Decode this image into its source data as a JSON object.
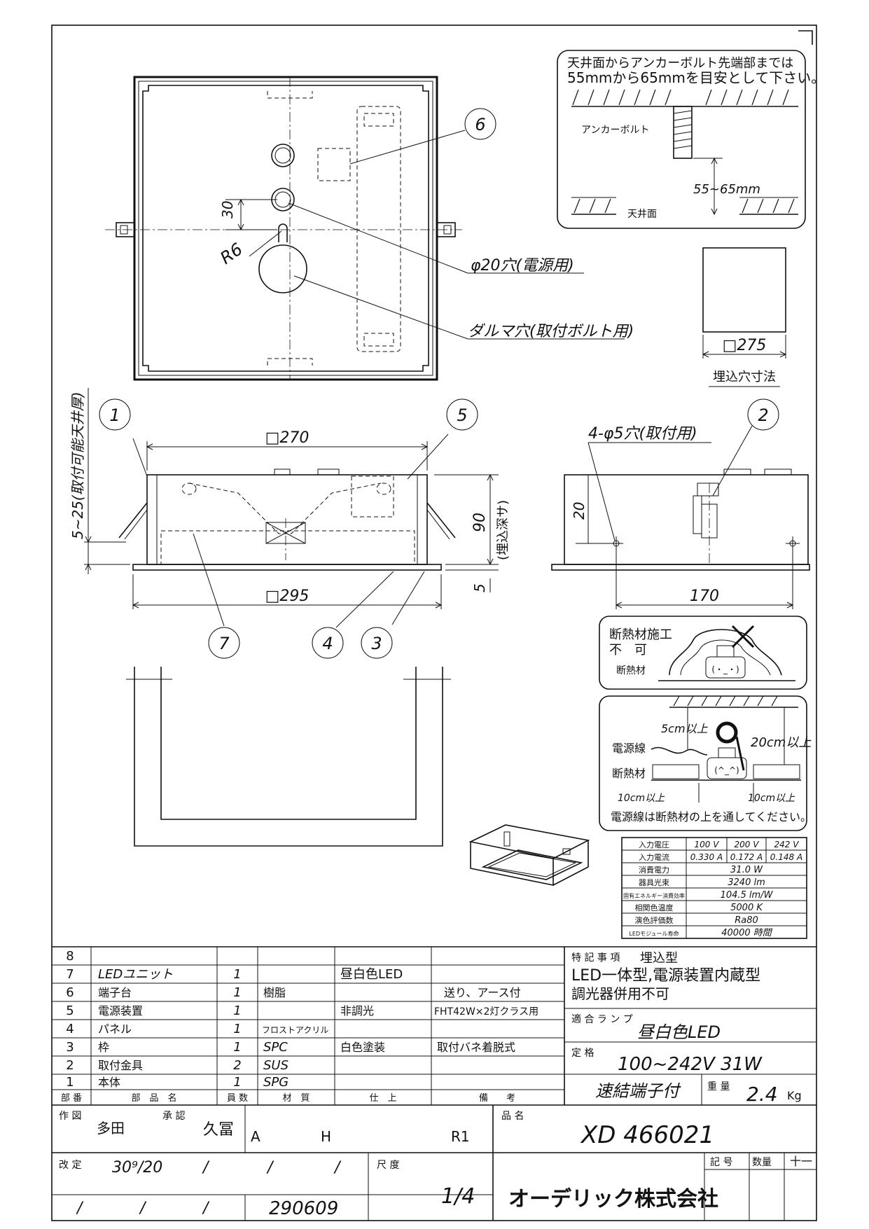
{
  "anchor_note": {
    "line1": "天井面からアンカーボルト先端部までは",
    "line2": "55mmから65mmを目安として下さい。",
    "anchor_bolt": "アンカーボルト",
    "distance": "55~65mm",
    "ceiling": "天井面"
  },
  "top_view": {
    "dim_30": "30",
    "r6": "R6",
    "hole_label": "φ20穴(電源用)",
    "daruma_label": "ダルマ穴(取付ボルト用)"
  },
  "cutout": {
    "size": "□275",
    "label": "埋込穴寸法"
  },
  "front_view": {
    "width_top": "□270",
    "width_bottom": "□295",
    "depth": "90",
    "depth_label": "(埋込深サ)",
    "panel": "5",
    "ceiling_range": "5~25(取付可能天井厚)"
  },
  "side_view": {
    "holes": "4-φ5穴(取付用)",
    "dim_20": "20",
    "dim_170": "170"
  },
  "callouts": [
    "1",
    "2",
    "3",
    "4",
    "5",
    "6",
    "7"
  ],
  "insulation": {
    "prohibited_1": "断熱材施工",
    "prohibited_2": "不　可",
    "insulation_label": "断熱材",
    "clear_5": "5cm以上",
    "clear_20": "20cm以上",
    "power_line": "電源線",
    "insulation_label2": "断熱材",
    "clear_10a": "10cm以上",
    "clear_10b": "10cm以上",
    "note": "電源線は断熱材の上を通してください。"
  },
  "spec_table": {
    "rows": [
      {
        "label": "入力電圧",
        "values": [
          "100 V",
          "200 V",
          "242 V"
        ]
      },
      {
        "label": "入力電流",
        "values": [
          "0.330 A",
          "0.172 A",
          "0.148 A"
        ]
      },
      {
        "label": "消費電力",
        "values": [
          "31.0 W"
        ]
      },
      {
        "label": "器具光束",
        "values": [
          "3240 lm"
        ]
      },
      {
        "label": "固有エネルギー消費効率",
        "values": [
          "104.5 lm/W"
        ]
      },
      {
        "label": "相関色温度",
        "values": [
          "5000 K"
        ]
      },
      {
        "label": "演色評価数",
        "values": [
          "Ra80"
        ]
      },
      {
        "label": "LEDモジュール寿命",
        "values": [
          "40000 時間"
        ]
      }
    ]
  },
  "parts": {
    "rows": [
      {
        "no": "8",
        "name": "",
        "qty": "",
        "material": "",
        "finish": "",
        "remarks": ""
      },
      {
        "no": "7",
        "name": "LEDユニット",
        "qty": "1",
        "material": "",
        "finish": "昼白色LED",
        "remarks": ""
      },
      {
        "no": "6",
        "name": "端子台",
        "qty": "1",
        "material": "樹脂",
        "finish": "",
        "remarks": "送り、アース付"
      },
      {
        "no": "5",
        "name": "電源装置",
        "qty": "1",
        "material": "",
        "finish": "非調光",
        "remarks": "FHT42W×2灯クラス用"
      },
      {
        "no": "4",
        "name": "パネル",
        "qty": "1",
        "material": "フロストアクリル",
        "finish": "",
        "remarks": ""
      },
      {
        "no": "3",
        "name": "枠",
        "qty": "1",
        "material": "SPC",
        "finish": "白色塗装",
        "remarks": "取付バネ着脱式"
      },
      {
        "no": "2",
        "name": "取付金具",
        "qty": "2",
        "material": "SUS",
        "finish": "",
        "remarks": ""
      },
      {
        "no": "1",
        "name": "本体",
        "qty": "1",
        "material": "SPG",
        "finish": "",
        "remarks": ""
      }
    ],
    "headers": [
      "部 番",
      "部　品　名",
      "員 数",
      "材　質",
      "仕　上",
      "備　　考"
    ]
  },
  "notes": {
    "special_title": "特 記 事 項",
    "special_type": "埋込型",
    "special_1": "LED一体型,電源装置内蔵型",
    "special_2": "調光器併用不可",
    "lamp_title": "適 合 ラ ン プ",
    "lamp_value": "昼白色LED",
    "rating_title": "定 格",
    "rating_value": "100~242V 31W",
    "terminal": "速結端子付",
    "weight_title": "重 量",
    "weight_value": "2.4",
    "weight_unit": "Kg"
  },
  "title_block": {
    "drawn_label": "作 図",
    "drawn_by": "多田",
    "approved_label": "承 認",
    "approved_by": "久冨",
    "code_a": "A",
    "code_h": "H",
    "code_r": "R1",
    "product_label": "品 名",
    "product_no": "XD 466021",
    "revision_label": "改 定",
    "revision_date": "30⁹/20",
    "slash": "/",
    "scale_label": "尺 度",
    "scale_value": "1/4",
    "company": "オーデリック株式会社",
    "doc_no": "290609",
    "sym_label": "記 号",
    "qty_label": "数量",
    "sym_value": "十一"
  }
}
